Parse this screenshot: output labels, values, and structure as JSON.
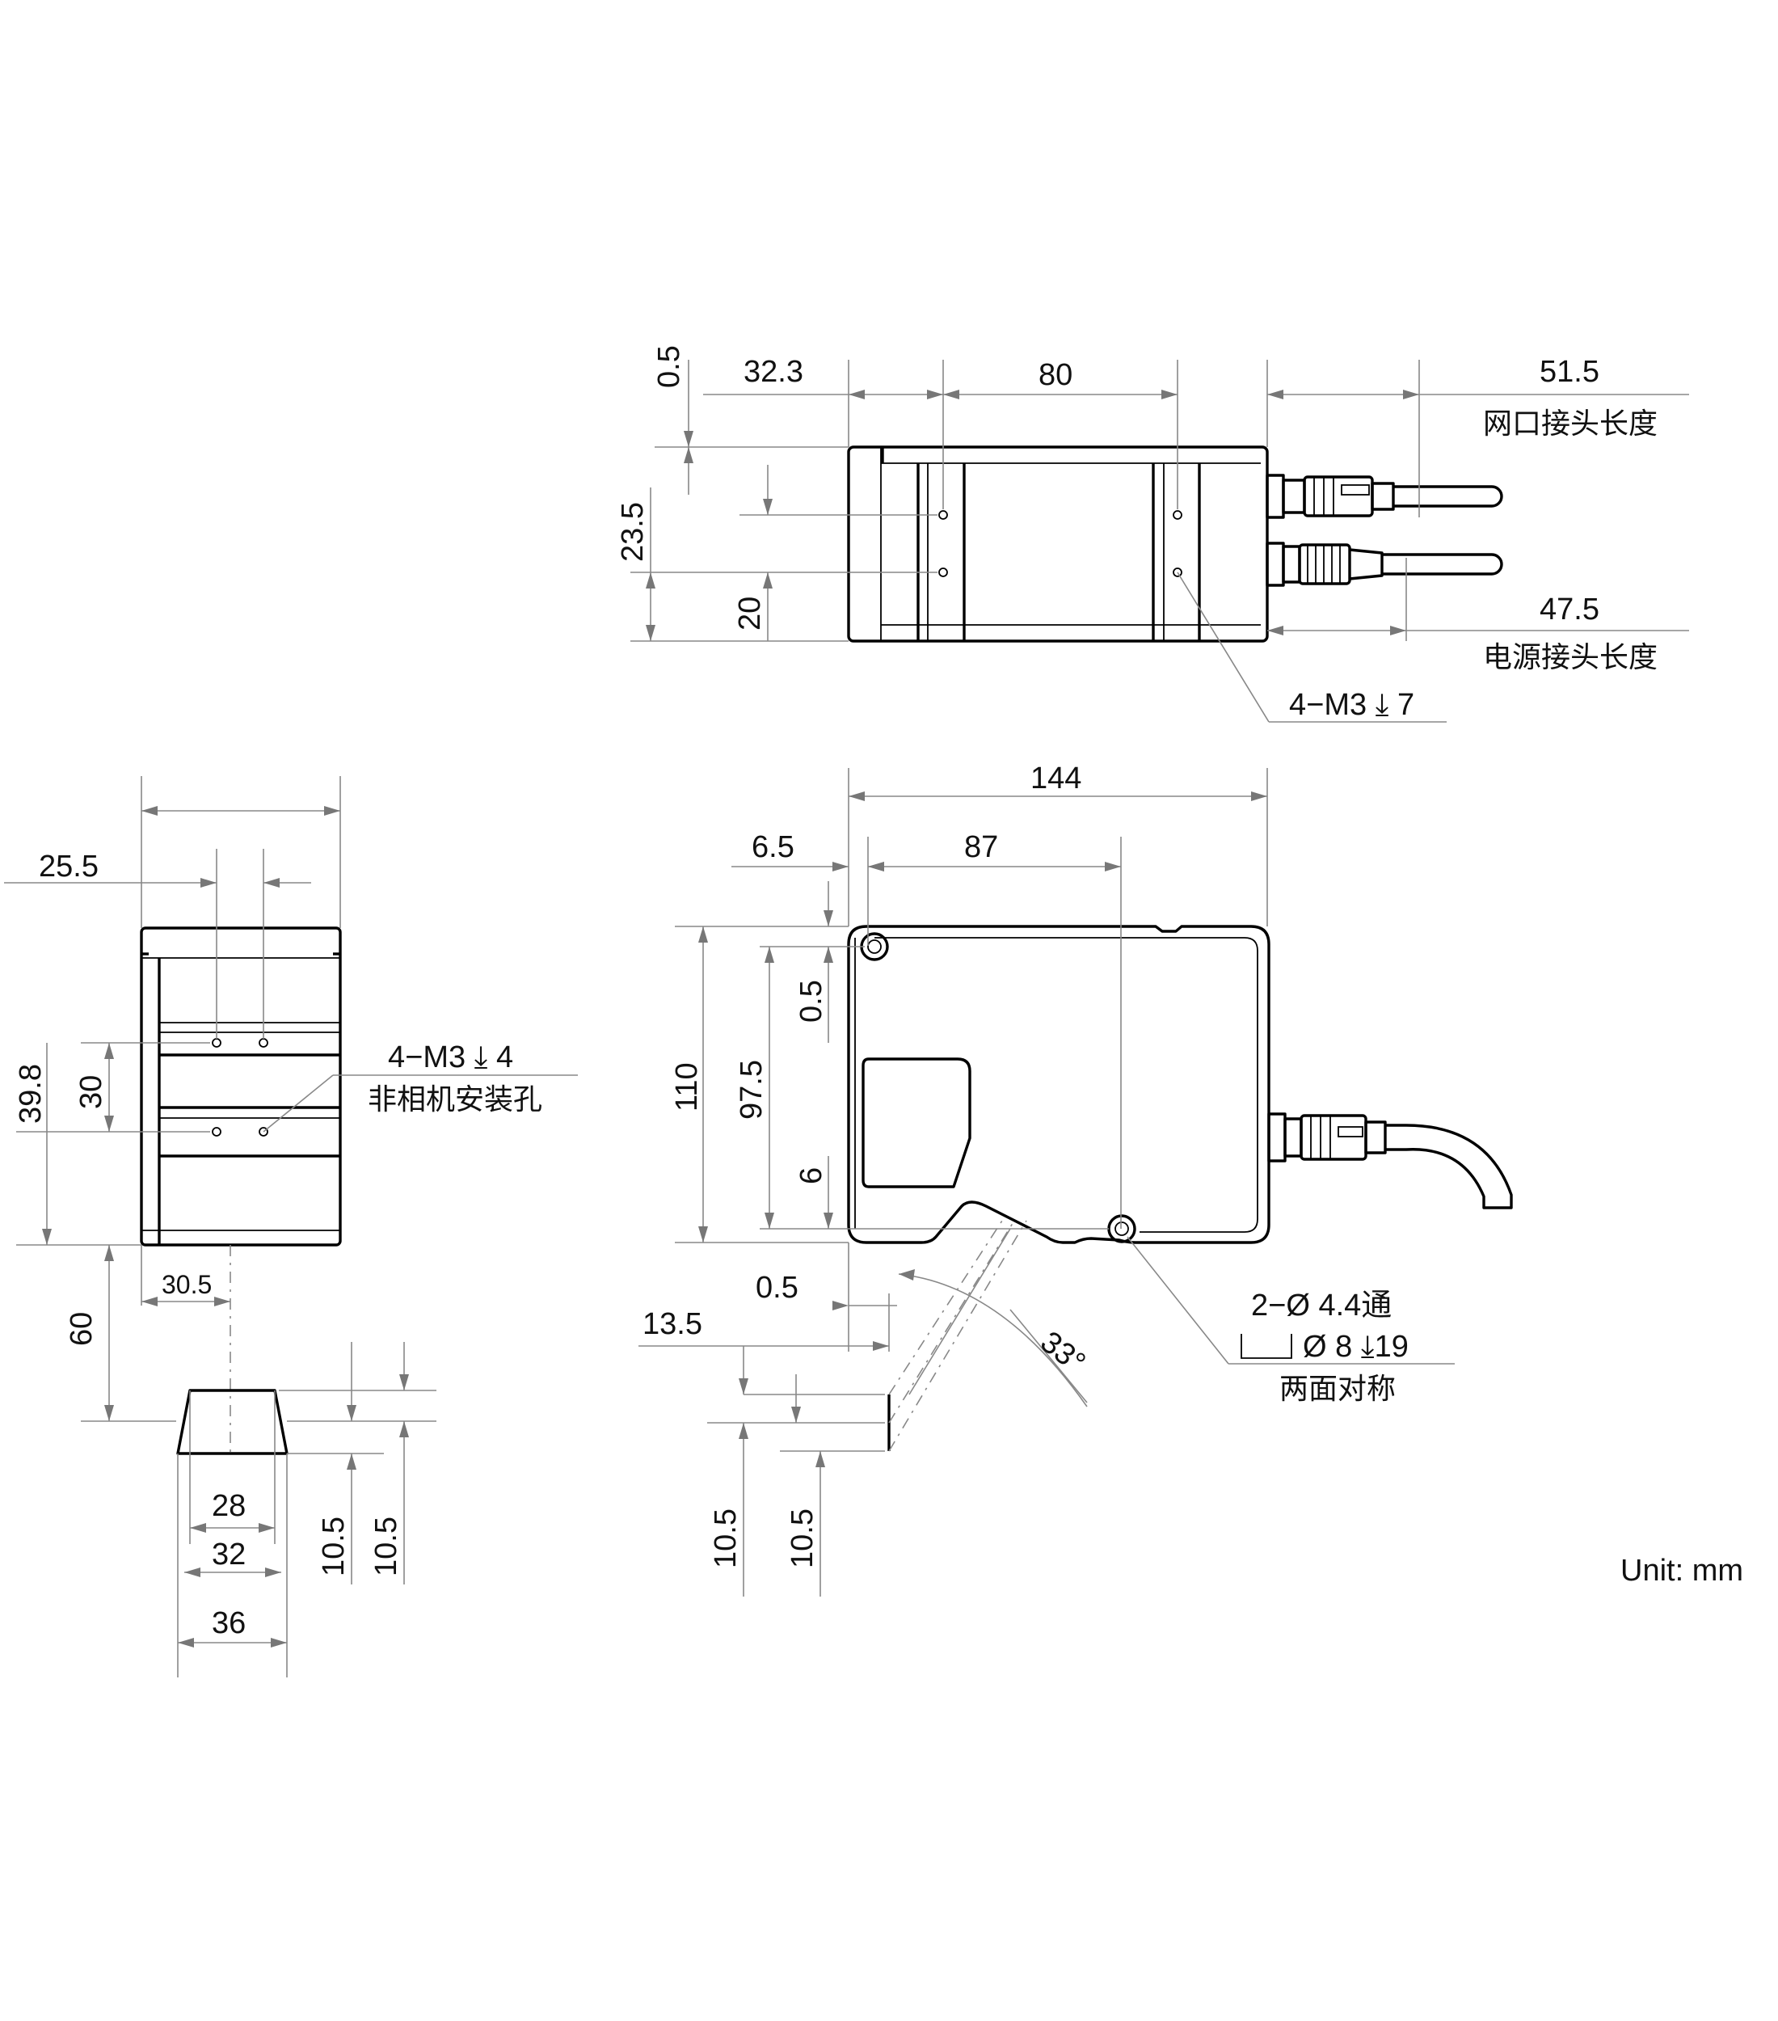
{
  "unit_label": "Unit: mm",
  "top_view": {
    "dims": {
      "a": "0.5",
      "b": "32.3",
      "c": "80",
      "d": "51.5",
      "e": "23.5",
      "f": "20",
      "g": "47.5"
    },
    "net_connector_label": "网口接头长度",
    "power_connector_label": "电源接头长度",
    "holes_label": "4−M3 ⤓ 7"
  },
  "side_view": {
    "dims": {
      "a": "25.5",
      "b": "39.8",
      "c": "30",
      "d": "30.5",
      "e": "60"
    },
    "holes_label": "4−M3 ⤓ 4",
    "holes_note": "非相机安装孔"
  },
  "front_view": {
    "dims": {
      "a": "144",
      "b": "6.5",
      "c": "87",
      "d": "110",
      "e": "97.5",
      "f": "0.5",
      "g": "6",
      "h": "0.5",
      "i": "13.5",
      "j": "33°",
      "k": "10.5",
      "l": "10.5"
    },
    "through_hole_label": "2−Ø 4.4通",
    "counterbore_label": "Ø 8 ⤓19",
    "symmetric_label": "两面对称"
  },
  "beam_view": {
    "dims": {
      "a": "28",
      "b": "32",
      "c": "36",
      "d": "10.5",
      "e": "10.5"
    }
  }
}
